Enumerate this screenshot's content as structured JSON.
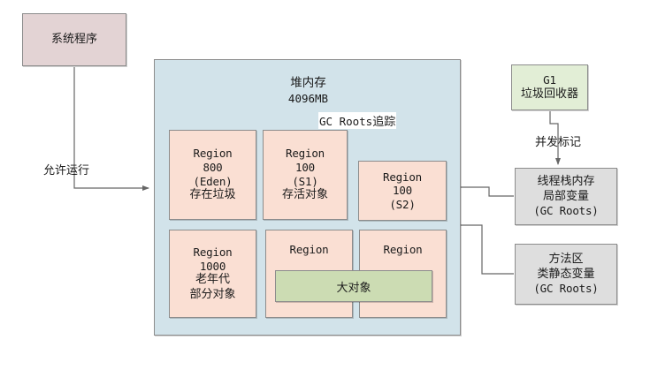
{
  "diagram": {
    "title_hidden": "G1 垃圾回收器 堆内存 Region 示意图",
    "colors": {
      "system_box": "#e3d3d4",
      "heap_box": "#d2e3ea",
      "region_box": "#fadfd3",
      "g1_box": "#e2eed6",
      "big_object_box": "#ccdcb3",
      "gray_box": "#dedede",
      "border": "#8c8c8c",
      "edge": "#666666",
      "text": "#1a1a1a"
    }
  },
  "system_program": {
    "label": "系统程序"
  },
  "heap": {
    "title": "堆内存",
    "size": "4096MB"
  },
  "regions": {
    "eden": {
      "line1": "Region",
      "line2": "800",
      "line3": "(Eden)",
      "line4": "存在垃圾"
    },
    "s1": {
      "line1": "Region",
      "line2": "100",
      "line3": "(S1)",
      "line4": "存活对象"
    },
    "s2": {
      "line1": "Region",
      "line2": "100",
      "line3": "(S2)"
    },
    "old": {
      "line1": "Region",
      "line2": "1000",
      "line3": "老年代",
      "line4": "部分对象"
    },
    "humongous_left": {
      "line1": "Region"
    },
    "humongous_right": {
      "line1": "Region"
    },
    "big_object": {
      "label": "大对象"
    }
  },
  "g1_collector": {
    "line1": "G1",
    "line2": "垃圾回收器"
  },
  "thread_stack": {
    "line1": "线程栈内存",
    "line2": "局部变量",
    "line3": "(GC Roots)"
  },
  "method_area": {
    "line1": "方法区",
    "line2": "类静态变量",
    "line3": "(GC Roots)"
  },
  "edges": {
    "allow_run": "允许运行",
    "gc_roots_trace_mono": "GC Roots",
    "gc_roots_trace_cjk": "追踪",
    "concurrent_mark": "并发标记"
  }
}
